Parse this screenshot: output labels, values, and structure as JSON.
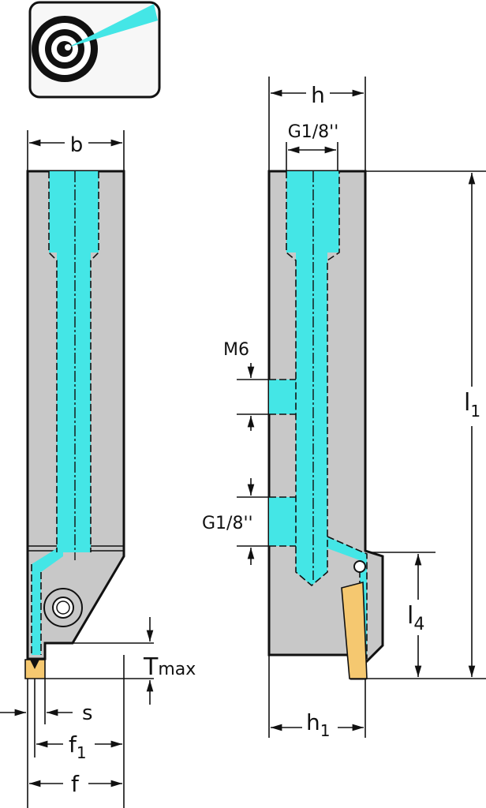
{
  "icon": "internal-coolant-icon",
  "colors": {
    "body": "#c8c8c8",
    "coolant": "#44e6e6",
    "insert": "#f5c870"
  },
  "side_view": {
    "labels": {
      "b": "b",
      "t": "T",
      "t_sub": "max",
      "s": "s",
      "f1": "f",
      "f1_sub": "1",
      "f": "f"
    }
  },
  "front_view": {
    "labels": {
      "h": "h",
      "g_top": "G1/8''",
      "m6": "M6",
      "g_side": "G1/8''",
      "l1": "l",
      "l1_sub": "1",
      "l4": "l",
      "l4_sub": "4",
      "h1": "h",
      "h1_sub": "1"
    }
  }
}
